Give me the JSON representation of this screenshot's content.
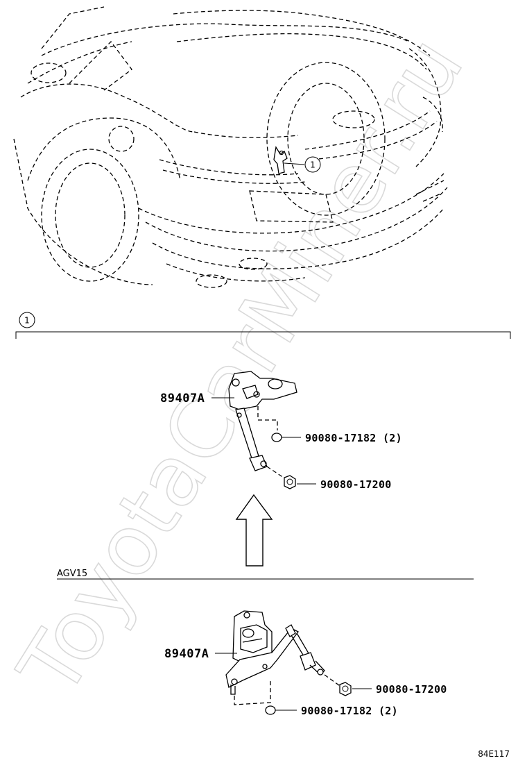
{
  "watermark": "ToyotaCarMiner.ru",
  "callout": {
    "number": "1"
  },
  "section_header": {
    "number": "1"
  },
  "upper_assembly": {
    "part_label": "89407A",
    "bolt_label": "90080-17182 (2)",
    "nut_label": "90080-17200"
  },
  "variant": {
    "label": "AGV15"
  },
  "lower_assembly": {
    "part_label": "89407A",
    "nut_label": "90080-17200",
    "bolt_label": "90080-17182 (2)"
  },
  "figure_code": "84E117"
}
